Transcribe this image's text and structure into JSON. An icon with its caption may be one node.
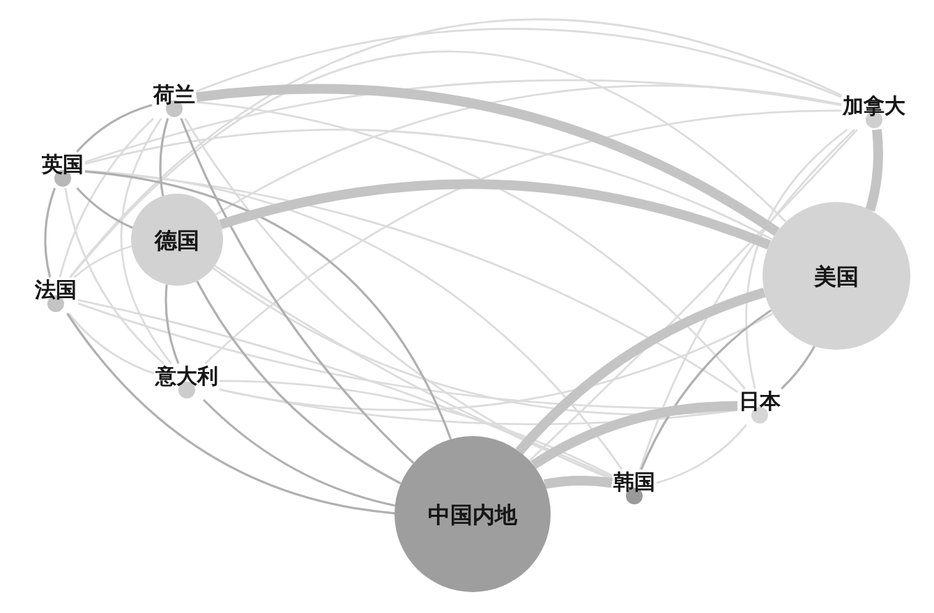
{
  "diagram": {
    "nodes": [
      {
        "text": [
          "荷兰"
        ]
      },
      {
        "text": [
          "加拿大"
        ]
      },
      {
        "text": [
          "英国"
        ]
      },
      {
        "text": [
          "德国"
        ]
      },
      {
        "text": [
          "美国"
        ]
      },
      {
        "text": [
          "法国"
        ]
      },
      {
        "text": [
          "意大利"
        ]
      },
      {
        "text": [
          "日本"
        ]
      },
      {
        "text": [
          "韩国"
        ]
      },
      {
        "text": [
          "中国内地"
        ]
      }
    ],
    "edges": [
      {
        "from": 0,
        "to": 1,
        "arrow": "none"
      },
      {
        "from": 5,
        "to": 0,
        "arrow": "none"
      },
      {
        "from": 6,
        "to": 0,
        "arrow": "none"
      },
      {
        "from": 0,
        "to": 7,
        "arrow": "none"
      },
      {
        "from": 8,
        "to": 0,
        "arrow": "none"
      },
      {
        "from": 2,
        "to": 1,
        "arrow": "none"
      },
      {
        "from": 3,
        "to": 1,
        "arrow": "none"
      },
      {
        "from": 5,
        "to": 1,
        "arrow": "none"
      },
      {
        "from": 6,
        "to": 1,
        "arrow": "none"
      },
      {
        "from": 1,
        "to": 7,
        "arrow": "none"
      },
      {
        "from": 1,
        "to": 8,
        "arrow": "none"
      },
      {
        "from": 1,
        "to": 9,
        "arrow": "none"
      },
      {
        "from": 2,
        "to": 4,
        "arrow": "none"
      },
      {
        "from": 6,
        "to": 2,
        "arrow": "none"
      },
      {
        "from": 7,
        "to": 2,
        "arrow": "none"
      },
      {
        "from": 8,
        "to": 2,
        "arrow": "none"
      },
      {
        "from": 5,
        "to": 3,
        "arrow": "none"
      },
      {
        "from": 7,
        "to": 3,
        "arrow": "none"
      },
      {
        "from": 8,
        "to": 3,
        "arrow": "none"
      },
      {
        "from": 5,
        "to": 4,
        "arrow": "none"
      },
      {
        "from": 4,
        "to": 6,
        "arrow": "none"
      },
      {
        "from": 6,
        "to": 5,
        "arrow": "none"
      },
      {
        "from": 7,
        "to": 5,
        "arrow": "none"
      },
      {
        "from": 8,
        "to": 5,
        "arrow": "none"
      },
      {
        "from": 7,
        "to": 6,
        "arrow": "none"
      },
      {
        "from": 8,
        "to": 6,
        "arrow": "none"
      },
      {
        "from": 7,
        "to": 8,
        "arrow": "none"
      },
      {
        "from": 9,
        "to": 3,
        "arrow": "none",
        "color": "#b0b0b0"
      },
      {
        "from": 9,
        "to": 2,
        "arrow": "none",
        "color": "#b0b0b0"
      },
      {
        "from": 9,
        "to": 0,
        "arrow": "none",
        "color": "#b0b0b0"
      },
      {
        "from": 9,
        "to": 5,
        "arrow": "none",
        "color": "#b0b0b0"
      },
      {
        "from": 2,
        "to": 0,
        "arrow": "none",
        "color": "#b0b0b0"
      },
      {
        "from": 3,
        "to": 0,
        "arrow": "none",
        "color": "#b0b0b0"
      },
      {
        "from": 8,
        "to": 4,
        "arrow": "none",
        "color": "#b0b0b0"
      },
      {
        "from": 4,
        "to": 7,
        "arrow": "none",
        "color": "#b0b0b0"
      },
      {
        "from": 5,
        "to": 2,
        "arrow": "none",
        "color": "#b0b0b0"
      },
      {
        "from": 3,
        "to": 2,
        "arrow": "none",
        "color": "#b0b0b0"
      },
      {
        "from": 6,
        "to": 3,
        "arrow": "none",
        "color": "#b0b0b0"
      },
      {
        "from": 9,
        "to": 6,
        "arrow": "none",
        "color": "#b0b0b0"
      },
      {
        "from": 9,
        "to": 4,
        "arrow": "none",
        "style": "thick",
        "color": "#c4c4c4"
      },
      {
        "from": 9,
        "to": 7,
        "arrow": "none",
        "style": "thick",
        "color": "#c4c4c4"
      },
      {
        "from": 9,
        "to": 8,
        "arrow": "none",
        "style": "thick",
        "color": "#c4c4c4"
      },
      {
        "from": 1,
        "to": 4,
        "arrow": "none",
        "style": "thick",
        "color": "#c4c4c4"
      },
      {
        "from": 3,
        "to": 4,
        "arrow": "none",
        "style": "thick",
        "color": "#c4c4c4"
      },
      {
        "from": 0,
        "to": 4,
        "arrow": "none",
        "style": "thick",
        "color": "#c4c4c4"
      }
    ]
  }
}
